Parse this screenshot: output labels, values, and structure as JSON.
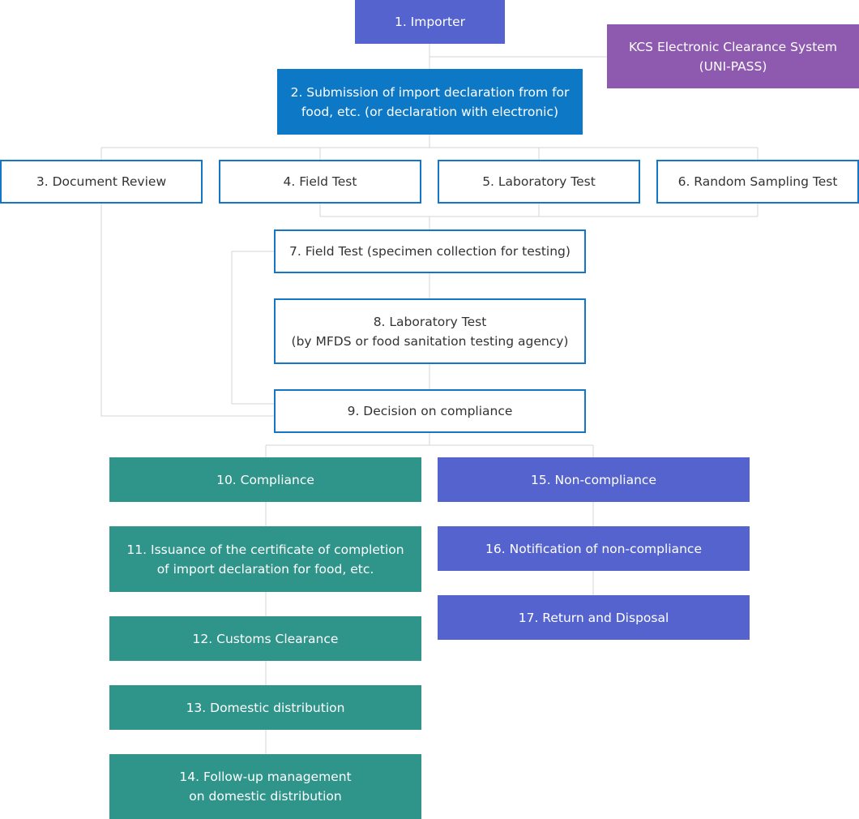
{
  "flowchart": {
    "importer": "1. Importer",
    "kcs_system": "KCS Electronic Clearance System\n(UNI-PASS)",
    "submission": "2. Submission of import declaration from for\nfood, etc. (or declaration with electronic)",
    "document_review": "3. Document Review",
    "field_test": "4. Field Test",
    "laboratory_test": "5. Laboratory Test",
    "random_sampling_test": "6. Random Sampling Test",
    "field_test_specimen": "7. Field Test (specimen collection for testing)",
    "laboratory_test_agency": "8. Laboratory Test\n(by MFDS or food sanitation testing agency)",
    "decision": "9. Decision on compliance",
    "compliance": "10. Compliance",
    "certificate": "11. Issuance of the certificate of completion\nof import declaration for food, etc.",
    "customs_clearance": "12. Customs Clearance",
    "domestic_distribution": "13. Domestic distribution",
    "follow_up": "14. Follow-up management\non domestic distribution",
    "non_compliance": "15. Non-compliance",
    "notification": "16. Notification of non-compliance",
    "return_disposal": "17. Return and Disposal"
  },
  "colors": {
    "importer": "#5563cf",
    "kcs_system": "#8d5aaf",
    "submission": "#0d78c6",
    "compliance_branch": "#2f948a",
    "non_compliance_branch": "#5563cf",
    "outline_border": "#1476c6",
    "connector": "#d4d4d4"
  }
}
